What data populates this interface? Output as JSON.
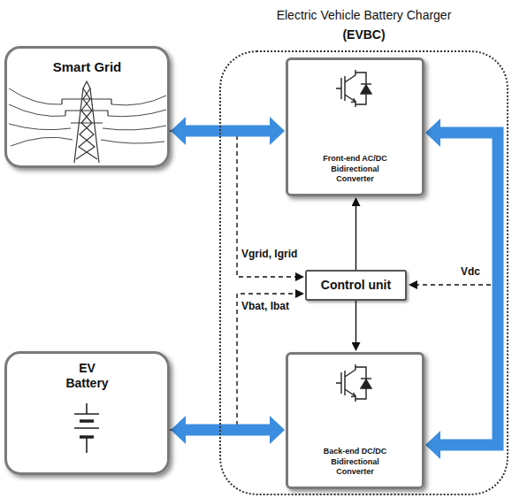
{
  "diagram": {
    "nodes": [
      {
        "text": [
          "Smart Grid"
        ]
      },
      {
        "text": [
          "Electric Vehicle Battery Charger",
          "(EVBC)"
        ]
      },
      {
        "text": [
          "Front-end AC/DC Bidirectional Converter"
        ],
        "in": 1
      },
      {
        "text": [
          "Control unit"
        ],
        "in": 1
      },
      {
        "text": [
          "EV Battery"
        ]
      },
      {
        "text": [
          "Back-end DC/DC Bidirectional Converter"
        ],
        "in": 1
      }
    ],
    "edges": [
      {
        "from": 0,
        "to": 2,
        "arrow": "both"
      },
      {
        "from": 4,
        "to": 5,
        "arrow": "both"
      },
      {
        "from": 2,
        "to": 5,
        "arrow": "both"
      },
      {
        "from": 3,
        "to": 2,
        "arrow": "to"
      },
      {
        "from": 3,
        "to": 5,
        "arrow": "to"
      },
      {
        "from": 0,
        "to": 3,
        "arrow": "to",
        "label": "Vgrid, Igrid"
      },
      {
        "from": 4,
        "to": 3,
        "arrow": "to",
        "label": "Vbat, Ibat"
      }
    ],
    "labels": [
      "Vdc"
    ]
  }
}
